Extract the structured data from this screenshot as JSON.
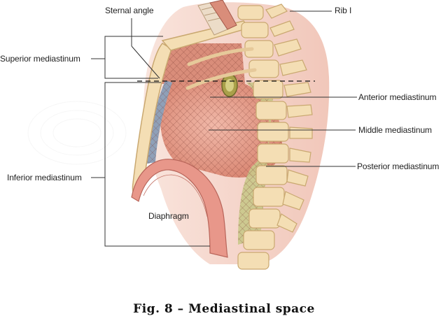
{
  "labels": {
    "sternal_angle": "Sternal angle",
    "rib_1": "Rib I",
    "superior_mediastinum": "Superior mediastinum",
    "inferior_mediastinum": "Inferior mediastinum",
    "anterior_mediastinum": "Anterior mediastinum",
    "middle_mediastinum": "Middle mediastinum",
    "posterior_mediastinum": "Posterior mediastinum",
    "diaphragm": "Diaphragm"
  },
  "caption": "Fig. 8 – Mediastinal space",
  "colors": {
    "background": "#ffffff",
    "body_silhouette": "#f6d6cc",
    "heart_region": "#e9a090",
    "anterior_region": "#8fa0b8",
    "superior_region": "#d98d7a",
    "posterior_region": "#c9c88a",
    "bone": "#f4deb4",
    "bone_edge": "#c9a870",
    "diaphragm": "#e8978a",
    "leader_line": "#333333",
    "text": "#222222"
  }
}
